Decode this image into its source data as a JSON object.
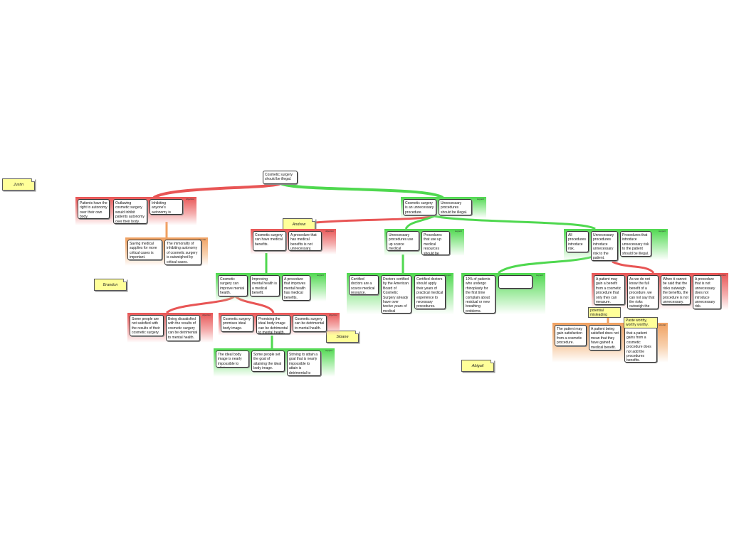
{
  "colors": {
    "support": "#4fd84f",
    "objection": "#e85555",
    "rebuttal": "#f0a060",
    "note": "#ffff99"
  },
  "root": "Cosmetic surgery should be illegal.",
  "authors": {
    "justin": "Justin",
    "brandon": "Brandon",
    "andrew": "Andrew",
    "sloane": "Sloane",
    "abigail": "Abigail"
  },
  "groups": {
    "objection_left": {
      "tag": "objection",
      "reasons": [
        "Patients have the right to autonomy over their own body.",
        "Outlawing cosmetic surgery would inhibit patients autonomy over their body.",
        "Inhibiting anyone's autonomy is immoral."
      ]
    },
    "rebuttal_left": {
      "tag": "rebuttal",
      "reasons": [
        "Saving medical supplies for more critical cases is important.",
        "The immorality of inhibiting autonomy of cosmetic surgery is outweighed by critical cases."
      ]
    },
    "support_main": {
      "tag": "support",
      "reasons": [
        "Cosmetic surgery is an unnecessary procedure.",
        "Unnecessary procedures should be illegal."
      ]
    },
    "objection_mid": {
      "tag": "objection",
      "reasons": [
        "Cosmetic surgery can have medical benefits.",
        "A procedure that has medical benefits is not unnecessary."
      ]
    },
    "support_mental": {
      "tag": "support",
      "reasons": [
        "Cosmetic surgery can improve mental health.",
        "Improving mental health is a medical benefit.",
        "A procedure that improves mental health has medical benefits."
      ]
    },
    "objection_dissatisfied": {
      "tag": "objection",
      "reasons": [
        "Some people are not satisfied with the results of their cosmetic surgery.",
        "Being dissatisfied with the results of cosmetic surgery can be detrimental to mental health."
      ]
    },
    "objection_ideal": {
      "tag": "objection",
      "reasons": [
        "Cosmetic surgery promises ideal body image.",
        "Promising the ideal body image can be detrimental to mental health.",
        "Cosmetic surgery can be detrimental to mental health."
      ]
    },
    "support_ideal": {
      "tag": "support",
      "reasons": [
        "The ideal body image is nearly impossible to attain.",
        "Some people set the goal of attaining the ideal body image.",
        "Striving to attain a goal that is nearly impossible to attain is detrimental to mental health."
      ]
    },
    "support_doctors": {
      "tag": "support",
      "reasons": [
        "Unnecessary procedures use up scarce medical resources.",
        "Procedures that use up medical resources should be illegal."
      ]
    },
    "support_certified": {
      "tag": "support",
      "reasons": [
        "Certified doctors are a scarce medical resource.",
        "Doctors certified by the American Board of Cosmetic Surgery already have over twelve years of medical experience.",
        "Certified doctors should apply their years of practical medical experience to necessary procedures."
      ]
    },
    "support_risk": {
      "tag": "support",
      "reasons": [
        "All procedures introduce risk.",
        "Unnecessary procedures introduce unnecessary risk to the patient.",
        "Procedures that introduce unnecessary risk to the patient should be illegal."
      ]
    },
    "support_breathing": {
      "tag": "support",
      "reasons": [
        "10% of patients who undergo rhinoplasty for the first time complain about residual or new breathing problems.",
        ""
      ]
    },
    "objection_benefit": {
      "tag": "objection",
      "reasons": [
        "A patient may gain a benefit from a cosmetic procedure that only they can measure.",
        "As we do not know the full benefit of a procedure, we can not say that the risks outweigh the benefits.",
        "When it cannot be said that the risks outweigh the benefits, the procedure is not unnecessary.",
        "A procedure that is not unnecessary does not introduce unnecessary risk."
      ]
    },
    "rebuttal_right": {
      "tag": "rebuttal",
      "reasons": [
        "The patient may gain satisfaction from a cosmetic procedure.",
        "A patient being satisfied does not mean that they have gained a medical benefit.",
        "that a patient gains from a cosmetic procedure does not add the procedures benefits."
      ]
    }
  },
  "mini_notes": {
    "potential": "potential misleading",
    "paste": "Paste worthy, worthy worthy."
  }
}
